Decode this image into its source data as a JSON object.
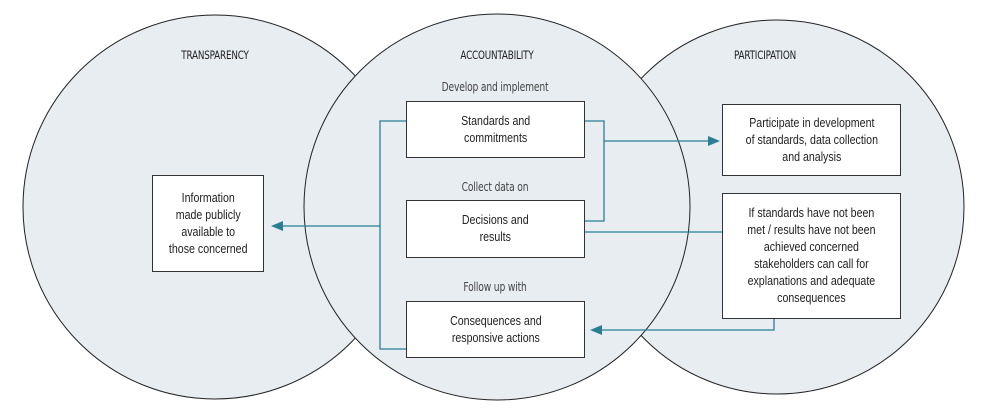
{
  "colors": {
    "circle_fill": "#e8edf2",
    "circle_stroke": "#222222",
    "connector": "#2a7f93",
    "box_fill": "#ffffff"
  },
  "circles": {
    "transparency": {
      "title": "TRANSPARENCY"
    },
    "accountability": {
      "title": "ACCOUNTABILITY"
    },
    "participation": {
      "title": "PARTICIPATION"
    }
  },
  "accountability": {
    "steps": [
      {
        "label": "Develop and implement",
        "box": "Standards and\ncommitments"
      },
      {
        "label": "Collect data on",
        "box": "Decisions and\nresults"
      },
      {
        "label": "Follow up with",
        "box": "Consequences and\nresponsive actions"
      }
    ]
  },
  "transparency": {
    "box": "Information\nmade publicly\navailable to\nthose concerned"
  },
  "participation": {
    "boxes": [
      "Participate in development\nof standards, data collection\nand analysis",
      "If standards have not been\nmet / results have not been\nachieved concerned\nstakeholders can call for\nexplanations and adequate\nconsequences"
    ]
  }
}
